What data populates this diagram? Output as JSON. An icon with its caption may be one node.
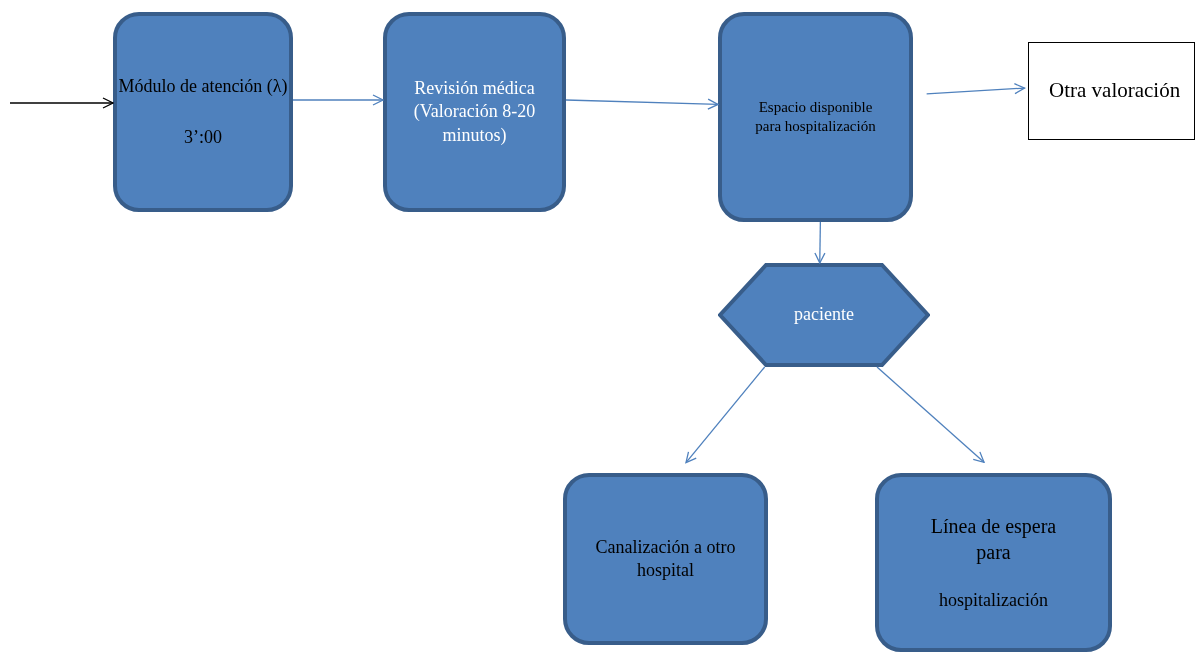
{
  "diagram": {
    "nodes": [
      {
        "text": [
          "Módulo de atención (λ)",
          "3’:00"
        ]
      },
      {
        "text": [
          "Revisión médica (Valoración 8-20 minutos)"
        ]
      },
      {
        "text": [
          "Espacio disponible para hospitalización"
        ]
      },
      {
        "text": [
          "Otra valoración"
        ]
      },
      {
        "text": [
          "paciente"
        ]
      },
      {
        "text": [
          "Canalización a otro hospital"
        ]
      },
      {
        "text": [
          "Línea de espera para",
          "hospitalización"
        ]
      }
    ],
    "edges": [
      {
        "from": null,
        "to": 0,
        "arrow": "to",
        "color": "#000000"
      },
      {
        "from": 0,
        "to": 1,
        "arrow": "to"
      },
      {
        "from": 1,
        "to": 2,
        "arrow": "to"
      },
      {
        "from": 2,
        "to": 3,
        "arrow": "to"
      },
      {
        "from": 2,
        "to": 4,
        "arrow": "to"
      },
      {
        "from": 4,
        "to": 5,
        "arrow": "to"
      },
      {
        "from": 4,
        "to": 6,
        "arrow": "to"
      }
    ]
  }
}
